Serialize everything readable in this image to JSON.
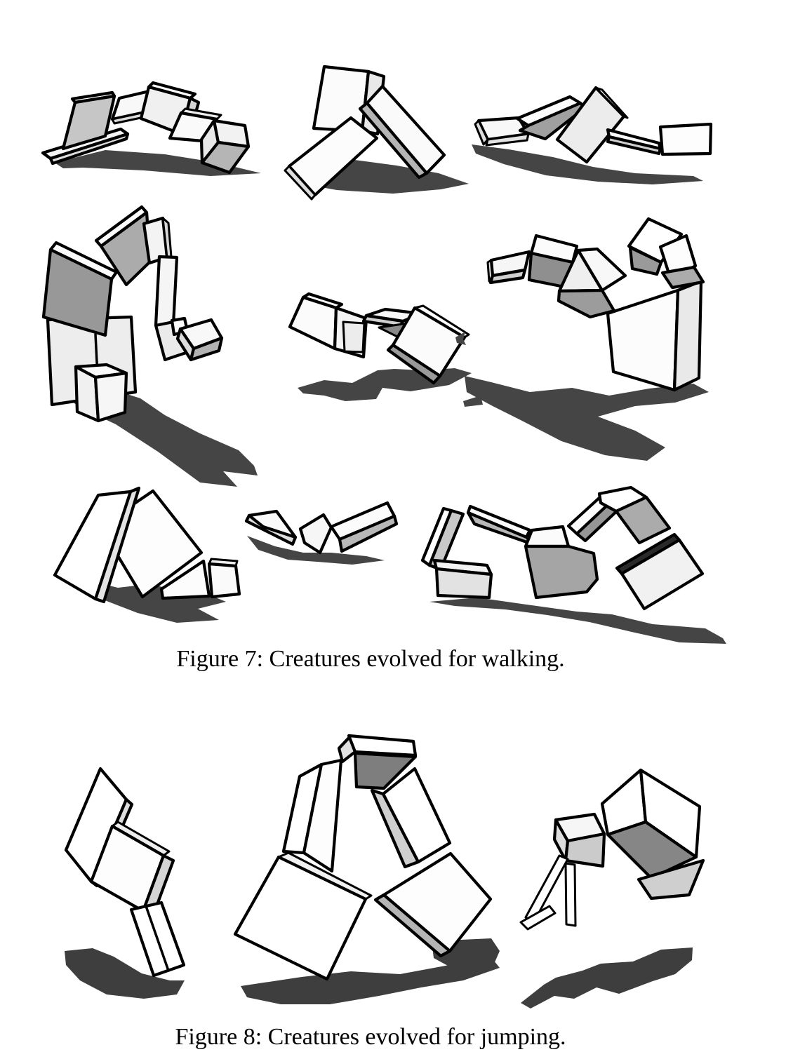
{
  "document": {
    "type": "academic paper figures page",
    "background": "#ffffff",
    "ink_color": "#000000",
    "box_fill_white": "#fafafa",
    "box_fill_light": "#e8e8e8",
    "box_fill_mid": "#c0c0c0",
    "box_fill_dark": "#909090",
    "shadow_color_walking": "#454545",
    "shadow_color_jumping": "#3e3e3e"
  },
  "figures": [
    {
      "id": "figure-7",
      "caption": "Figure 7: Creatures evolved for walking.",
      "creature_count": 9,
      "creatures": [
        "arch-walker",
        "leaning-slab-tripod",
        "segmented-chain-walker",
        "hook-arm-walker",
        "nested-box-grabber",
        "tower-crane-walker",
        "tent-walker",
        "v-wing-walker",
        "spider-walker"
      ]
    },
    {
      "id": "figure-8",
      "caption": "Figure 8: Creatures evolved for jumping.",
      "creature_count": 3,
      "creatures": [
        "three-segment-jumper",
        "tripod-arch-jumper",
        "open-box-jumper"
      ]
    }
  ]
}
